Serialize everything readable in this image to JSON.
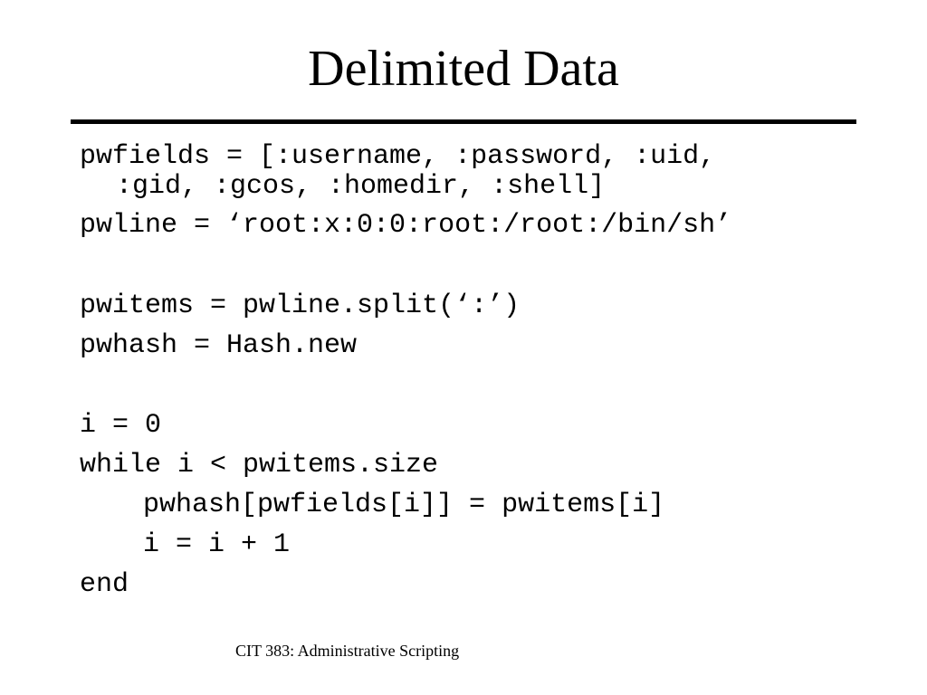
{
  "slide": {
    "title": "Delimited Data",
    "code_lines": [
      "pwfields = [:username, :password, :uid,",
      ":gid, :gcos, :homedir, :shell]",
      "pwline = ‘root:x:0:0:root:/root:/bin/sh’",
      "pwitems = pwline.split(‘:’)",
      "pwhash = Hash.new",
      "i = 0",
      "while i < pwitems.size",
      "pwhash[pwfields[i]] = pwitems[i]",
      "i = i + 1",
      "end"
    ],
    "footer": "CIT 383: Administrative Scripting"
  }
}
